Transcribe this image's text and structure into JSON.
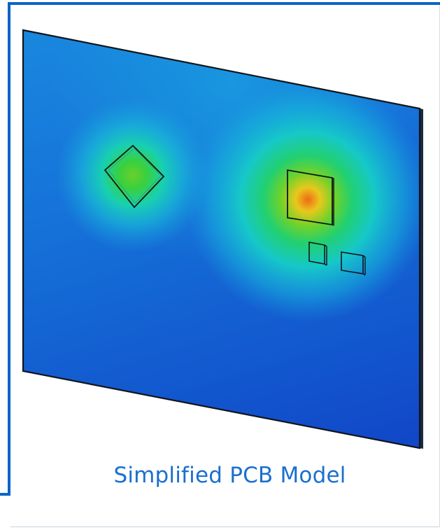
{
  "caption": "Simplified PCB Model",
  "colors": {
    "frame": "#0a64c8",
    "caption": "#1a6fd0",
    "board_cool": "#1350d0",
    "board_mid": "#16b4d8",
    "hot_green": "#3ad22a",
    "hot_yellow": "#e8d81c",
    "hot_orange": "#f07018"
  },
  "components": [
    "rotated-square-chip",
    "large-square-chip",
    "small-chip-left",
    "small-chip-right"
  ]
}
